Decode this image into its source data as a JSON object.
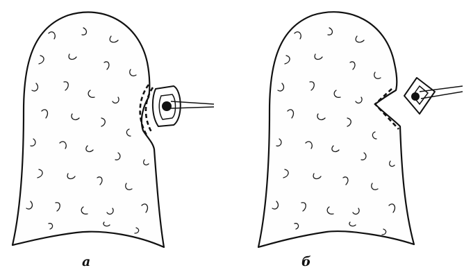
{
  "panels": [
    {
      "id": "a",
      "label": "a"
    },
    {
      "id": "b",
      "label": "б"
    }
  ]
}
